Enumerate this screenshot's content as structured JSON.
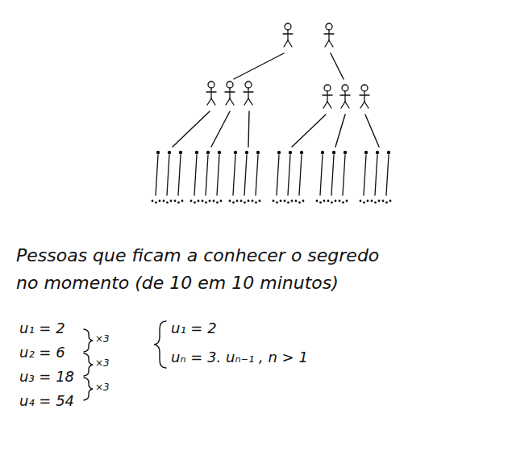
{
  "diagram": {
    "labels": [
      "Pessoas que ficam a conhecer o segredo no momento (de 10 em 10 minutos)",
      "u₁ = 2",
      "u₂ = 6",
      "u₃ = 18",
      "u₄ = 54",
      "×3",
      "×3",
      "×3",
      "u₁ = 2",
      "uₙ = 3. uₙ₋₁ , n > 1"
    ]
  }
}
